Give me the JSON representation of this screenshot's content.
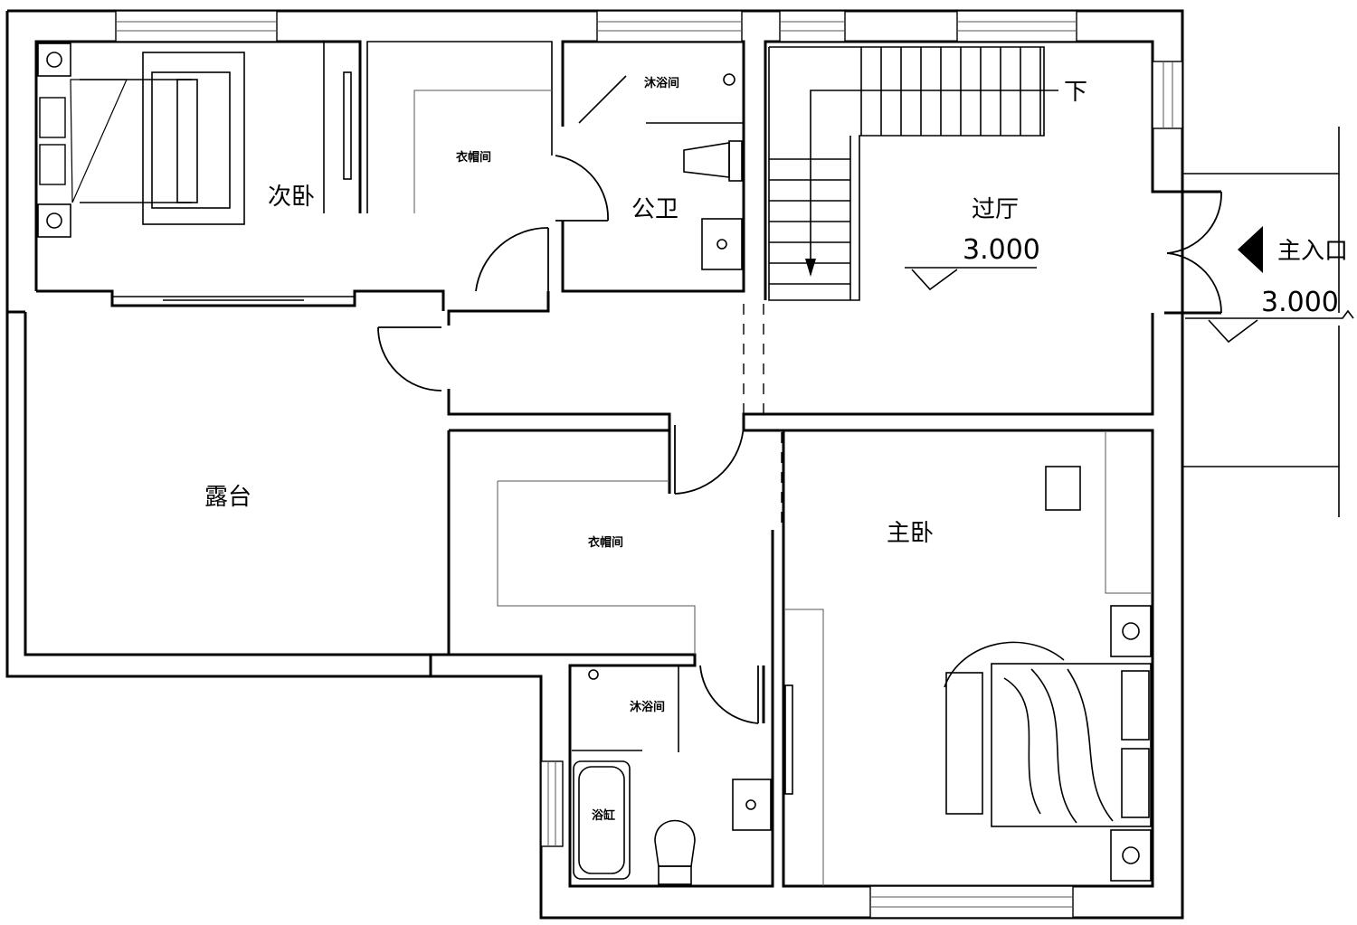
{
  "rooms": {
    "secondary_bedroom": "次卧",
    "closet_top": "衣帽间",
    "shower_top": "沐浴间",
    "public_bathroom": "公卫",
    "hall": "过厅",
    "terrace": "露台",
    "closet_bottom": "衣帽间",
    "master_bedroom": "主卧",
    "shower_bottom": "沐浴间",
    "bathtub": "浴缸"
  },
  "stairs": {
    "down_label": "下"
  },
  "entrance": {
    "label": "主入口"
  },
  "elevations": {
    "hall": "3.000",
    "entrance": "3.000"
  },
  "colors": {
    "line": "#000000",
    "background": "#ffffff"
  }
}
